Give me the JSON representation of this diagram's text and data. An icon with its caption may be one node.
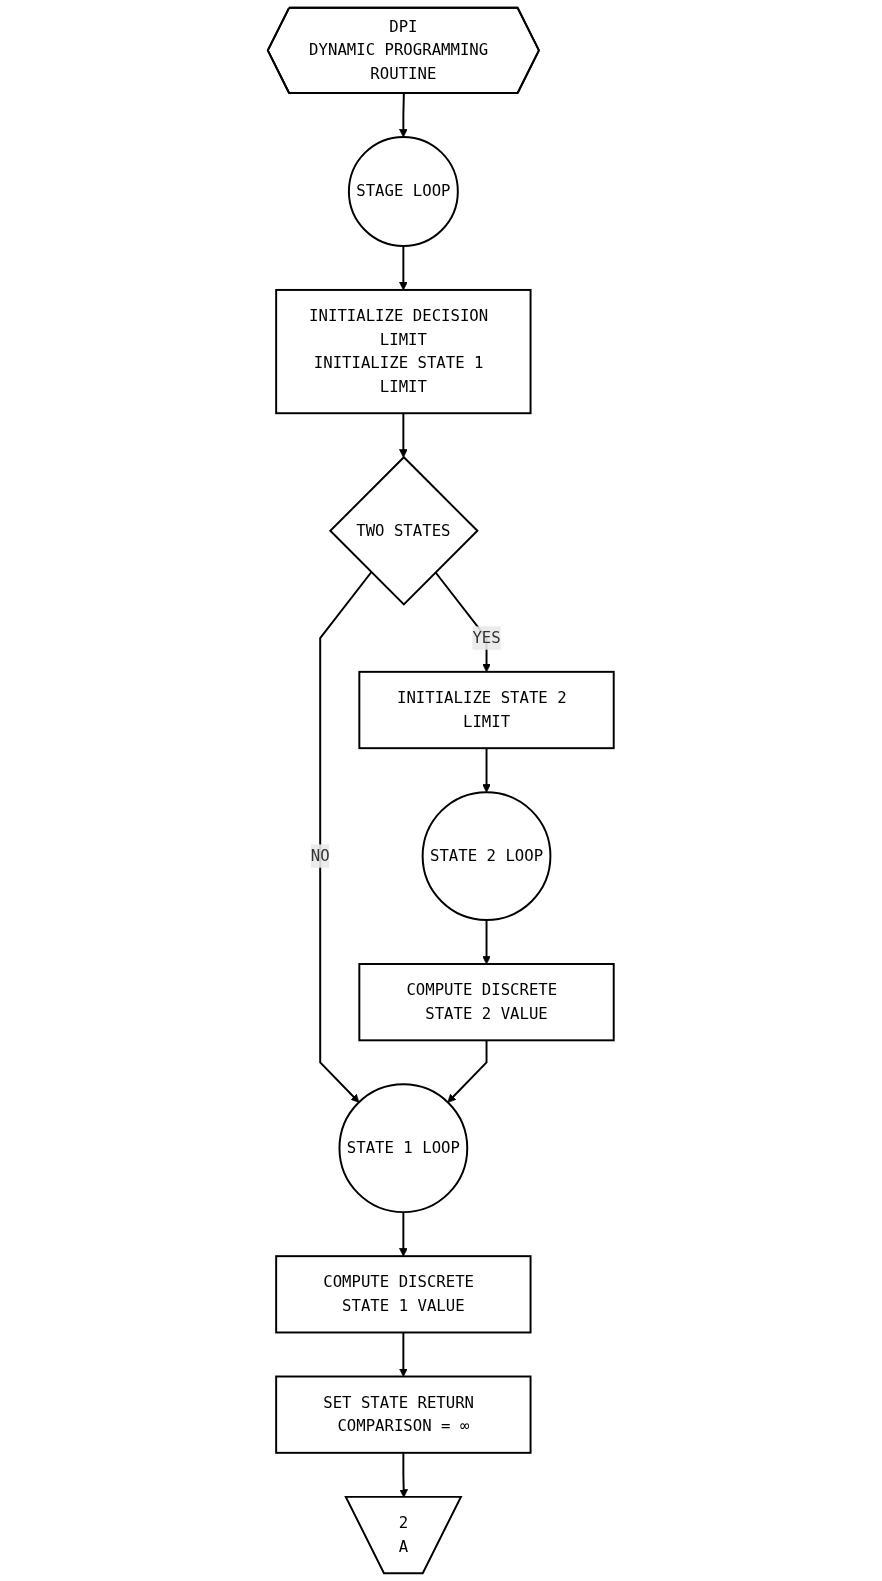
{
  "diagram": {
    "nodes": [
      {
        "text": [
          "DPI",
          "DYNAMIC PROGRAMMING ROUTINE"
        ]
      },
      {
        "text": [
          "STAGE LOOP"
        ]
      },
      {
        "text": [
          "INITIALIZE DECISION LIMIT",
          "INITIALIZE STATE 1 LIMIT"
        ]
      },
      {
        "text": [
          "TWO STATES"
        ]
      },
      {
        "text": [
          "INITIALIZE STATE 2 LIMIT"
        ]
      },
      {
        "text": [
          "STATE 2 LOOP"
        ]
      },
      {
        "text": [
          "COMPUTE DISCRETE STATE 2 VALUE"
        ]
      },
      {
        "text": [
          "STATE 1 LOOP"
        ]
      },
      {
        "text": [
          "COMPUTE DISCRETE STATE 1 VALUE"
        ]
      },
      {
        "text": [
          "SET STATE RETURN COMPARISON = ∞"
        ]
      },
      {
        "text": [
          "2",
          "A"
        ]
      }
    ],
    "edges": [
      {
        "from": 0,
        "to": 1,
        "arrow": "to"
      },
      {
        "from": 1,
        "to": 2,
        "arrow": "to"
      },
      {
        "from": 2,
        "to": 3,
        "arrow": "to"
      },
      {
        "from": 3,
        "to": 4,
        "label": "YES",
        "arrow": "to"
      },
      {
        "from": 4,
        "to": 5,
        "arrow": "to"
      },
      {
        "from": 5,
        "to": 6,
        "arrow": "to"
      },
      {
        "from": 3,
        "to": 7,
        "label": "NO",
        "arrow": "to"
      },
      {
        "from": 6,
        "to": 7,
        "arrow": "to"
      },
      {
        "from": 7,
        "to": 8,
        "arrow": "to"
      },
      {
        "from": 8,
        "to": 9,
        "arrow": "to"
      },
      {
        "from": 9,
        "to": 10,
        "arrow": "to"
      }
    ]
  }
}
